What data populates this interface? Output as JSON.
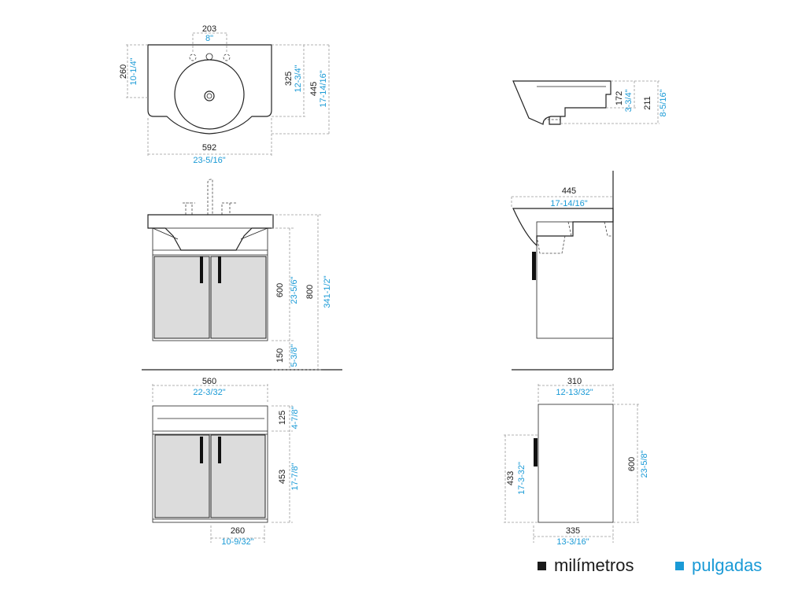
{
  "top_view": {
    "hole_spacing_mm": "203",
    "hole_spacing_in": "8\"",
    "height_mm": "260",
    "height_in": "10-1/4\"",
    "center_mm": "325",
    "center_in": "12-3/4\"",
    "depth_mm": "445",
    "depth_in": "17-14/16\"",
    "width_mm": "592",
    "width_in": "23-5/16\""
  },
  "side_basin": {
    "a_mm": "172",
    "a_in": "3-3/4\"",
    "b_mm": "211",
    "b_in": "8-5/16\""
  },
  "front_view": {
    "cabinet_mm": "600",
    "cabinet_in": "23-5/6\"",
    "total_mm": "800",
    "total_in": "341-1/2\"",
    "floor_mm": "150",
    "floor_in": "5-3/8\""
  },
  "side_view": {
    "depth_mm": "445",
    "depth_in": "17-14/16\""
  },
  "cabinet_front": {
    "width_mm": "560",
    "width_in": "22-3/32\"",
    "top_mm": "125",
    "top_in": "4-7/8\"",
    "door_mm": "453",
    "door_in": "17-7/8\"",
    "door_w_mm": "260",
    "door_w_in": "10-9/32\""
  },
  "cabinet_side": {
    "top_mm": "310",
    "top_in": "12-13/32\"",
    "height_mm": "600",
    "height_in": "23-5/8\"",
    "handle_mm": "433",
    "handle_in": "17-3-32\"",
    "bottom_mm": "335",
    "bottom_in": "13-3/16\""
  },
  "legend": {
    "mm_label": "milímetros",
    "mm_color": "#1a1a1a",
    "in_label": "pulgadas",
    "in_color": "#1a9ad6"
  }
}
